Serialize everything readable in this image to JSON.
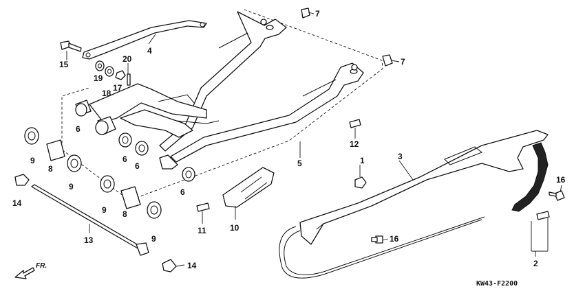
{
  "diagram": {
    "code": "KW43-F2200",
    "direction_label": "FR.",
    "callouts": [
      {
        "id": "c1",
        "number": "1"
      },
      {
        "id": "c2",
        "number": "2"
      },
      {
        "id": "c3",
        "number": "3"
      },
      {
        "id": "c4",
        "number": "4"
      },
      {
        "id": "c5",
        "number": "5"
      },
      {
        "id": "c6a",
        "number": "6"
      },
      {
        "id": "c6b",
        "number": "6"
      },
      {
        "id": "c6c",
        "number": "6"
      },
      {
        "id": "c6d",
        "number": "6"
      },
      {
        "id": "c7a",
        "number": "7"
      },
      {
        "id": "c7b",
        "number": "7"
      },
      {
        "id": "c8a",
        "number": "8"
      },
      {
        "id": "c8b",
        "number": "8"
      },
      {
        "id": "c9a",
        "number": "9"
      },
      {
        "id": "c9b",
        "number": "9"
      },
      {
        "id": "c9c",
        "number": "9"
      },
      {
        "id": "c9d",
        "number": "9"
      },
      {
        "id": "c10",
        "number": "10"
      },
      {
        "id": "c11",
        "number": "11"
      },
      {
        "id": "c12",
        "number": "12"
      },
      {
        "id": "c13",
        "number": "13"
      },
      {
        "id": "c14a",
        "number": "14"
      },
      {
        "id": "c14b",
        "number": "14"
      },
      {
        "id": "c15",
        "number": "15"
      },
      {
        "id": "c16a",
        "number": "16"
      },
      {
        "id": "c16b",
        "number": "16"
      },
      {
        "id": "c17",
        "number": "17"
      },
      {
        "id": "c18",
        "number": "18"
      },
      {
        "id": "c19",
        "number": "19"
      },
      {
        "id": "c20",
        "number": "20"
      }
    ]
  }
}
